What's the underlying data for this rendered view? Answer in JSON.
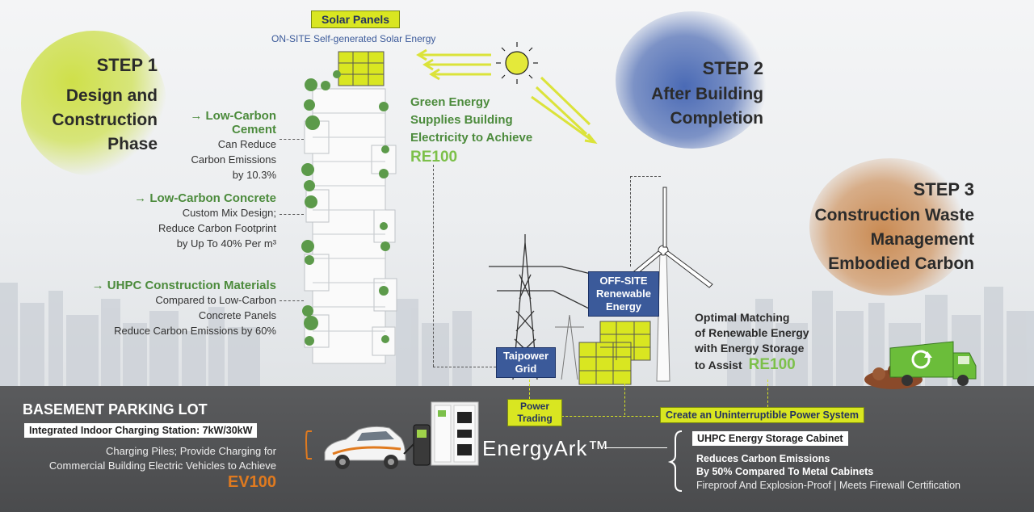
{
  "solar": {
    "label": "Solar Panels",
    "subtitle": "ON-SITE Self-generated Solar Energy"
  },
  "green_energy": {
    "text_lines": [
      "Green Energy",
      "Supplies Building",
      "Electricity to Achieve"
    ],
    "badge": "RE100"
  },
  "step1": {
    "heading": "STEP 1",
    "lines": [
      "Design and",
      "Construction",
      "Phase"
    ],
    "blob_color": "#cfe04a"
  },
  "step2": {
    "heading": "STEP 2",
    "lines": [
      "After Building",
      "Completion"
    ],
    "blob_color": "#4a6ab5"
  },
  "step3": {
    "heading": "STEP 3",
    "lines": [
      "Construction Waste",
      "Management",
      "Embodied Carbon"
    ],
    "blob_color": "#c98a52"
  },
  "materials": [
    {
      "title": "→ Low-Carbon",
      "title2": "Cement",
      "lines": [
        "Can Reduce",
        "Carbon Emissions",
        "by 10.3%"
      ]
    },
    {
      "title": "→ Low-Carbon Concrete",
      "title2": "",
      "lines": [
        "Custom Mix Design;",
        "Reduce Carbon Footprint",
        "by Up To 40% Per m³"
      ]
    },
    {
      "title": "→ UHPC Construction Materials",
      "title2": "",
      "lines": [
        "Compared to Low-Carbon",
        "Concrete Panels",
        "Reduce Carbon Emissions by 60%"
      ]
    }
  ],
  "grid": {
    "taipower": [
      "Taipower",
      "Grid"
    ],
    "offsite": [
      "OFF-SITE",
      "Renewable",
      "Energy"
    ]
  },
  "matching": {
    "lines": [
      "Optimal Matching",
      "of Renewable Energy",
      "with Energy Storage",
      "to Assist"
    ],
    "badge": "RE100"
  },
  "basement": {
    "title": "BASEMENT PARKING LOT",
    "box_label": "Integrated Indoor Charging Station: 7kW/30kW",
    "lines": [
      "Charging Piles; Provide Charging for",
      "Commercial Building Electric Vehicles to Achieve"
    ],
    "badge": "EV100"
  },
  "power_trading": [
    "Power",
    "Trading"
  ],
  "ups_label": "Create an Uninterruptible Power System",
  "energyark": {
    "brand": "EnergyArk™",
    "cabinet_label": "UHPC Energy Storage Cabinet",
    "bold_lines": [
      "Reduces Carbon Emissions",
      "By 50% Compared To Metal Cabinets"
    ],
    "detail": "Fireproof And Explosion-Proof | Meets Firewall Certification"
  },
  "colors": {
    "accent_yellow": "#d9e621",
    "accent_green": "#4c8b3c",
    "badge_green": "#7cc04a",
    "ev_orange": "#e07a1f",
    "navy": "#3b5a9a"
  }
}
